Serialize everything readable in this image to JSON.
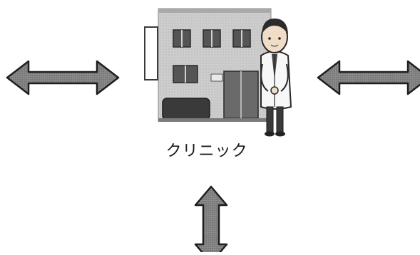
{
  "diagram": {
    "center_node": {
      "label": "クリニック",
      "icon": "clinic-building-with-doctor-icon"
    },
    "arrows": [
      {
        "name": "left-double-arrow",
        "direction": "horizontal",
        "icon": "double-arrow-icon"
      },
      {
        "name": "right-double-arrow",
        "direction": "horizontal",
        "icon": "double-arrow-icon"
      },
      {
        "name": "bottom-double-arrow",
        "direction": "vertical",
        "icon": "double-arrow-icon"
      }
    ],
    "colors": {
      "arrow_fill": "#6b6b6b",
      "arrow_stroke": "#1e1e1e",
      "building": "#c9c9c9",
      "window": "#5a5a5a",
      "skin": "#f1dcc8",
      "hair": "#2b2b2b"
    }
  }
}
